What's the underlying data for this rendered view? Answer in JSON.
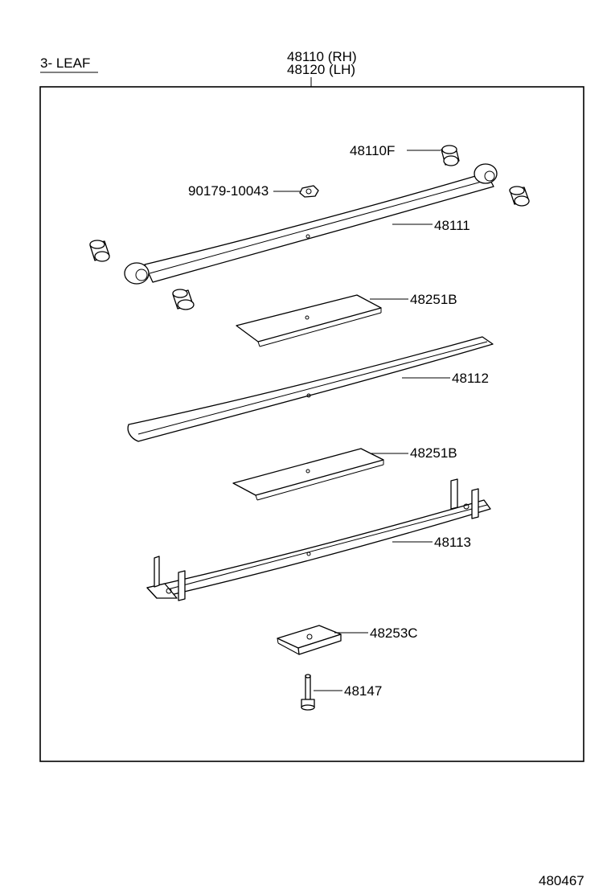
{
  "header": {
    "variant": "3- LEAF",
    "assembly_rh": "48110 (RH)",
    "assembly_lh": "48120 (LH)"
  },
  "parts": {
    "bushing": "48110F",
    "nut": "90179-10043",
    "leaf_1": "48111",
    "insert_1": "48251B",
    "leaf_2": "48112",
    "insert_2": "48251B",
    "leaf_3": "48113",
    "pad": "48253C",
    "bolt": "48147"
  },
  "footer": {
    "illustration_id": "480467"
  }
}
